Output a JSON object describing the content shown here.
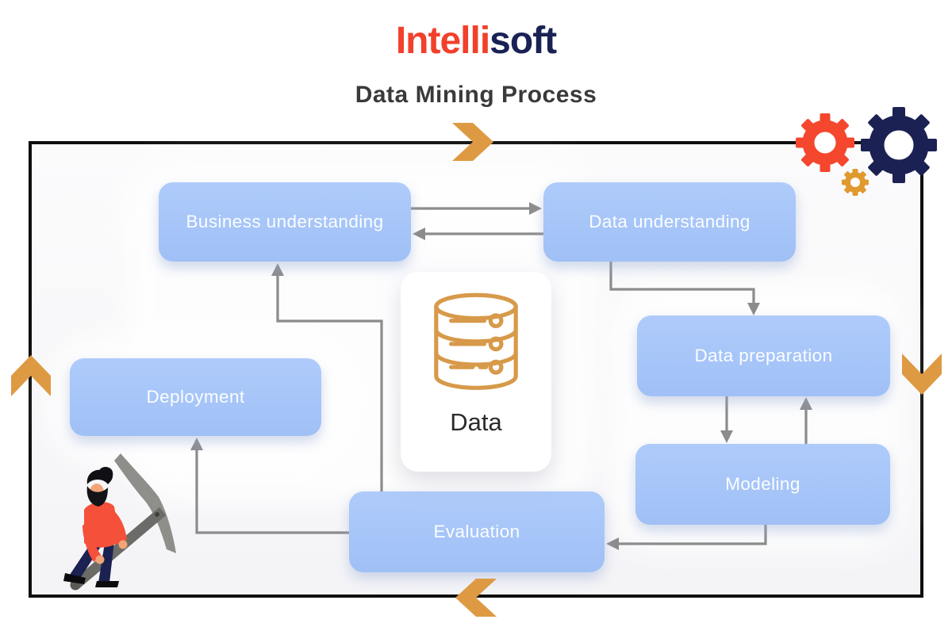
{
  "header": {
    "logo_part1": "Intelli",
    "logo_part2": "soft",
    "subtitle": "Data Mining Process"
  },
  "diagram": {
    "nodes": {
      "business_understanding": "Business understanding",
      "data_understanding": "Data understanding",
      "data_preparation": "Data preparation",
      "modeling": "Modeling",
      "evaluation": "Evaluation",
      "deployment": "Deployment"
    },
    "center_label": "Data",
    "flow": [
      "Business understanding -> Data understanding",
      "Data understanding -> Business understanding",
      "Data understanding -> Data preparation",
      "Data preparation -> Modeling",
      "Modeling -> Data preparation",
      "Modeling -> Evaluation",
      "Evaluation -> Deployment",
      "Evaluation -> Business understanding"
    ],
    "colors": {
      "node_fill": "#A7C5F8",
      "node_text": "#FFFFFF",
      "connector_gray": "#8C8C8C",
      "accent_orange": "#DE9A43",
      "database_icon_orange": "#D79A4A",
      "logo_red": "#F2402B",
      "logo_navy": "#1A2154",
      "gear_red": "#F4472E",
      "gear_navy": "#1B2153",
      "gear_gold": "#E0992F"
    }
  }
}
